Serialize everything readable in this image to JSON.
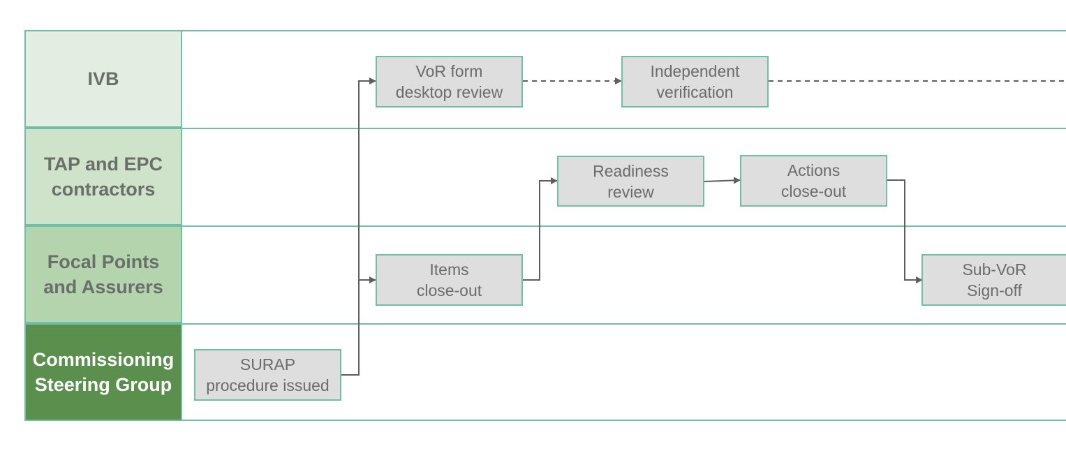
{
  "lanes": [
    {
      "label": "IVB"
    },
    {
      "label": "TAP and EPC\ncontractors"
    },
    {
      "label": "Focal Points\nand Assurers"
    },
    {
      "label": "Commissioning\nSteering Group"
    }
  ],
  "steps": {
    "vor_form": "VoR form\ndesktop review",
    "independent_verification": "Independent\nverification",
    "readiness_review": "Readiness\nreview",
    "actions_closeout": "Actions\nclose-out",
    "items_closeout": "Items\nclose-out",
    "sub_vor_signoff": "Sub-VoR\nSign-off",
    "surap": "SURAP\nprocedure issued"
  },
  "colors": {
    "lane_border": "#6fbfa8",
    "box_fill": "#dedede",
    "connector": "#5f5f5f",
    "lane_ivb": "#e3ede1",
    "lane_tap": "#cfe3cb",
    "lane_focal": "#b4d4ae",
    "lane_csg": "#5a8f4e"
  }
}
